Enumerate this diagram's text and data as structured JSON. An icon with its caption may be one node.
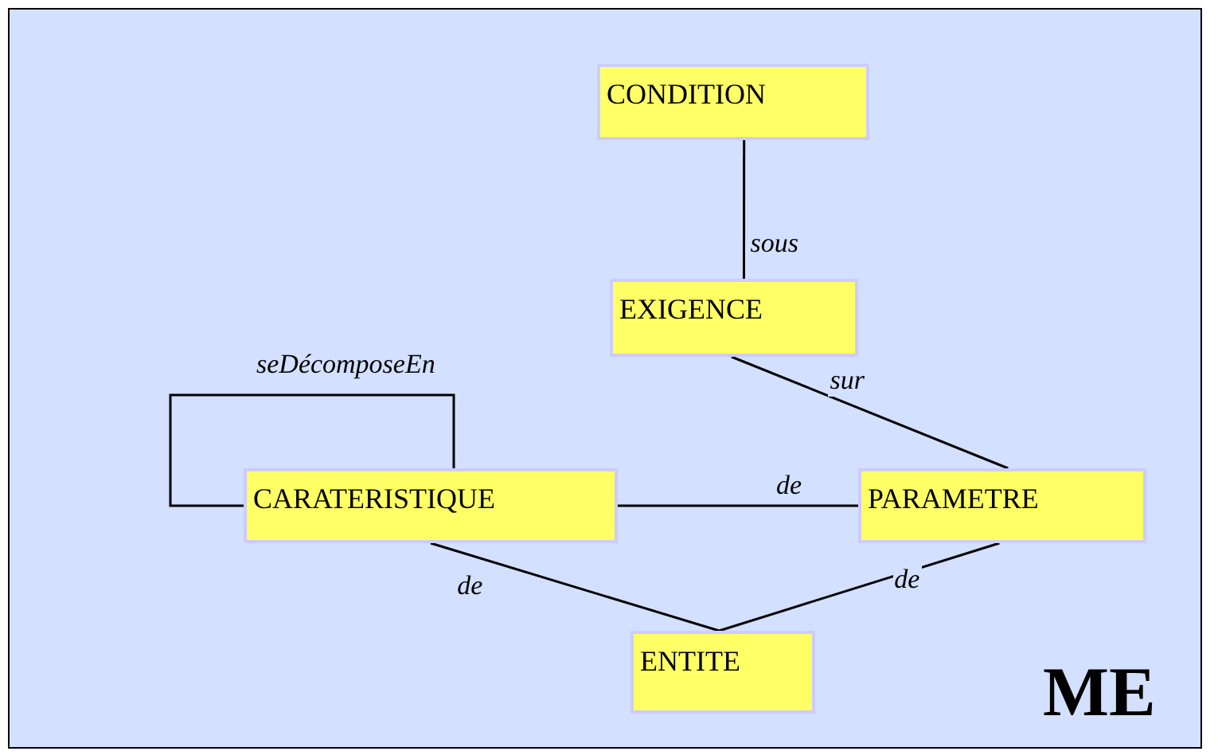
{
  "diagram": {
    "nodes": [
      {
        "text": [
          "CONDITION"
        ]
      },
      {
        "text": [
          "EXIGENCE"
        ]
      },
      {
        "text": [
          "CARATERISTIQUE"
        ]
      },
      {
        "text": [
          "PARAMETRE"
        ]
      },
      {
        "text": [
          "ENTITE"
        ]
      }
    ],
    "edges": [
      {
        "from": 0,
        "to": 1,
        "arrow": "none",
        "label": "sous"
      },
      {
        "from": 1,
        "to": 3,
        "arrow": "none",
        "label": "sur"
      },
      {
        "from": 2,
        "to": 2,
        "arrow": "none",
        "label": "seDécomposeEn"
      },
      {
        "from": 2,
        "to": 3,
        "arrow": "none",
        "label": "de"
      },
      {
        "from": 2,
        "to": 4,
        "arrow": "none",
        "label": "de"
      },
      {
        "from": 3,
        "to": 4,
        "arrow": "none",
        "label": "de"
      }
    ],
    "labels": [
      "ME"
    ]
  }
}
